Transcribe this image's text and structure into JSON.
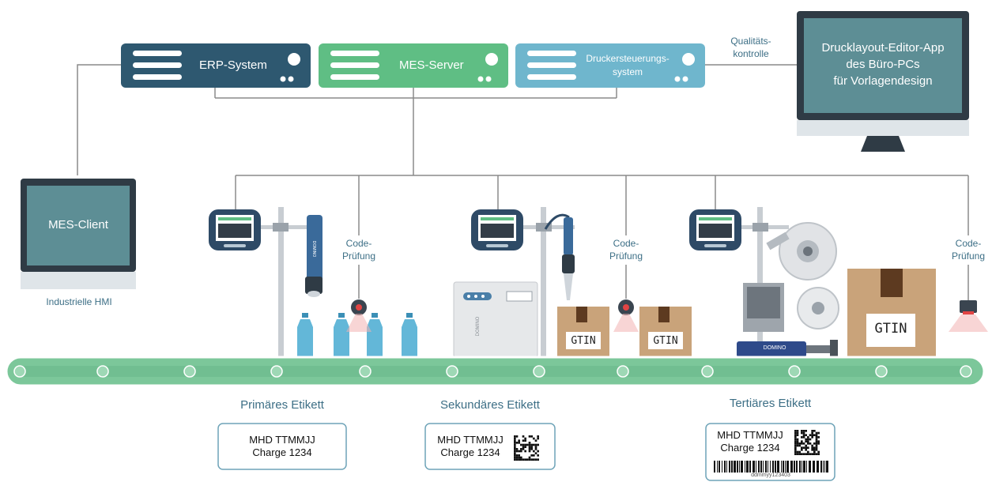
{
  "servers": {
    "erp": {
      "label": "ERP-System"
    },
    "mes": {
      "label": "MES-Server"
    },
    "printer_control": {
      "label_line1": "Druckersteuerungs-",
      "label_line2": "system"
    }
  },
  "quality_control": {
    "line1": "Qualitäts-",
    "line2": "kontrolle"
  },
  "office_pc": {
    "line1": "Drucklayout-Editor-App",
    "line2": "des Büro-PCs",
    "line3": "für Vorlagendesign"
  },
  "hmi": {
    "screen_label": "MES-Client",
    "caption": "Industrielle HMI"
  },
  "code_check": {
    "line1": "Code-",
    "line2": "Prüfung"
  },
  "printer_brand": "DOMINO",
  "box_label": "GTIN",
  "labels": [
    {
      "title": "Primäres Etikett",
      "line1": "MHD TTMMJJ",
      "line2": "Charge 1234"
    },
    {
      "title": "Sekundäres Etikett",
      "line1": "MHD TTMMJJ",
      "line2": "Charge 1234"
    },
    {
      "title": "Tertiäres Etikett",
      "line1": "MHD TTMMJJ",
      "line2": "Charge 1234",
      "barcode_text": "ddmmyy123403"
    }
  ],
  "colors": {
    "erp": "#2e5870",
    "mes": "#5fbe84",
    "printer_control": "#6fb6cd",
    "conveyor": "#7cc79a",
    "line": "#8a8a8a",
    "text": "#3d6f86"
  }
}
